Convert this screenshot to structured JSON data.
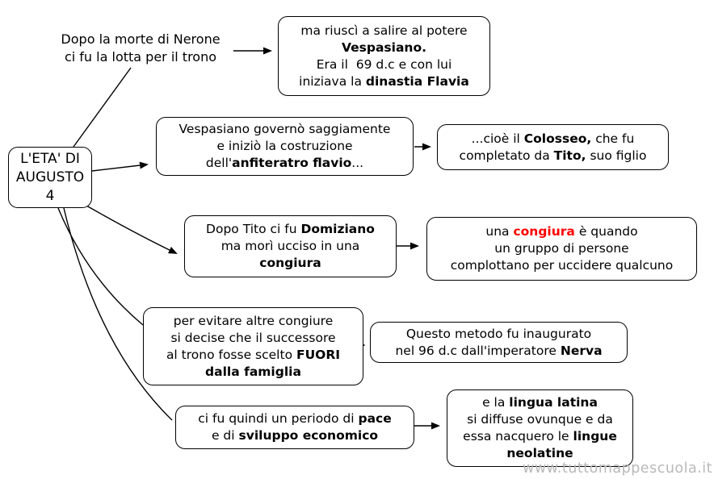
{
  "palette": {
    "ink": "#000000",
    "accent_red": "#ff0000",
    "watermark_gray": "#b9b9b9",
    "box_background": "#ffffff"
  },
  "watermark": "www.tuttomappescuola.it",
  "nodes": {
    "intro": {
      "l1": "Dopo la morte di Nerone",
      "l2": "ci fu la lotta per il trono"
    },
    "vespasiano_rise": {
      "l1": "ma riuscì a salire al potere",
      "l2": "Vespasiano.",
      "l3": "Era il  69 d.c e con lui",
      "l4a": "iniziava la ",
      "l4b": "dinastia Flavia"
    },
    "root": {
      "l1": "L'ETA' DI",
      "l2": "AUGUSTO",
      "l3": "4"
    },
    "vespasiano_rule": {
      "l1": "Vespasiano governò saggiamente",
      "l2": "e iniziò la costruzione",
      "l3a": "dell'",
      "l3b": "anfiteratro flavio",
      "l3c": "..."
    },
    "colosseo": {
      "l1a": "...cioè il ",
      "l1b": "Colosseo,",
      "l1c": " che fu",
      "l2a": "completato da ",
      "l2b": "Tito,",
      "l2c": " suo figlio"
    },
    "domiziano": {
      "l1a": "Dopo Tito ci fu ",
      "l1b": "Domiziano",
      "l2": "ma morì ucciso in una",
      "l3": "congiura"
    },
    "congiura_def": {
      "l1a": "una ",
      "l1b": "congiura",
      "l1c": " è quando",
      "l2": "un gruppo di persone",
      "l3": "complottano per uccidere qualcuno"
    },
    "successore": {
      "l1": "per evitare altre congiure",
      "l2": "si decise che il successore",
      "l3a": "al trono fosse scelto ",
      "l3b": "FUORI",
      "l4": "dalla famiglia"
    },
    "nerva": {
      "l1": "Questo metodo fu inaugurato",
      "l2a": "nel 96 d.c dall'imperatore ",
      "l2b": "Nerva"
    },
    "pace": {
      "l1a": "ci fu quindi un periodo di ",
      "l1b": "pace",
      "l2a": "e di ",
      "l2b": "sviluppo economico"
    },
    "lingua_latina": {
      "l1a": "e la ",
      "l1b": "lingua latina",
      "l2": "si diffuse ovunque e da",
      "l3a": "essa nacquero le ",
      "l3b": "lingue",
      "l4": "neolatine"
    }
  }
}
